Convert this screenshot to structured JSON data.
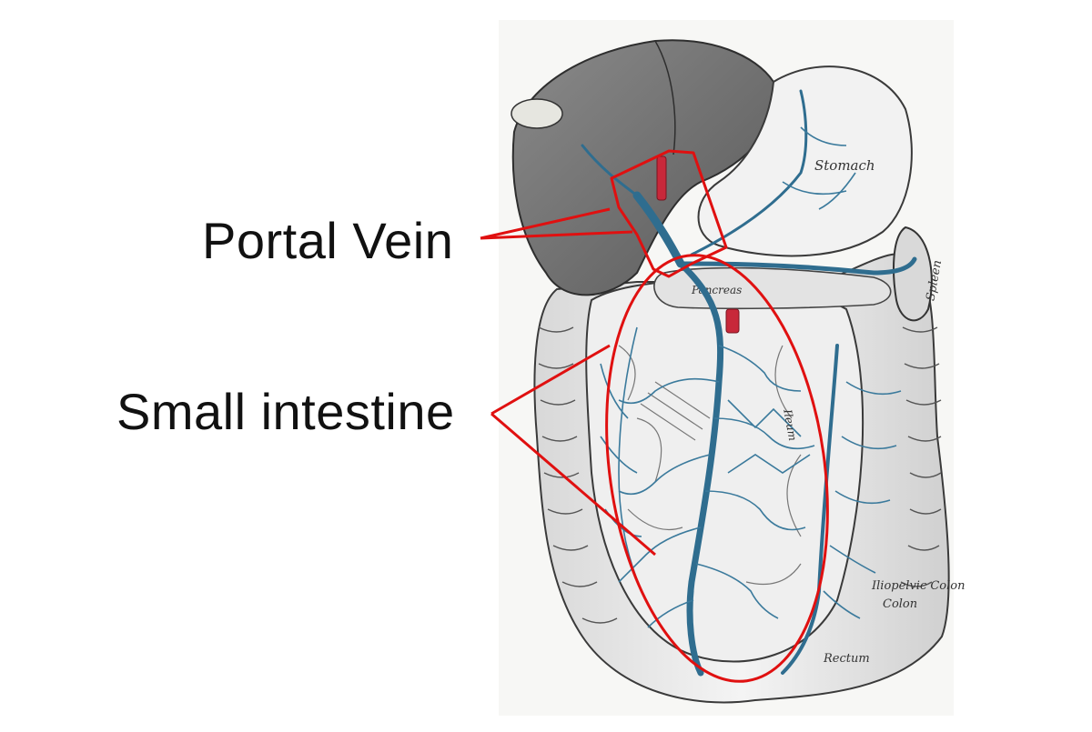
{
  "labels": {
    "portal_vein": "Portal Vein",
    "small_intestine": "Small intestine"
  },
  "illustration_text": {
    "stomach": "Stomach",
    "spleen": "Spleen",
    "colon": "Colon",
    "iliopelvic_colon": "Iliopelvic Colon",
    "rectum": "Rectum",
    "pancreas": "Pancreas",
    "ileum": "Ileum"
  },
  "colors": {
    "callout": "#e01010",
    "vein": "#2f6d8f",
    "artery": "#c8283a",
    "liver": "#6e6e6e",
    "organ_outline": "#3a3a3a",
    "label_text": "#111111"
  }
}
